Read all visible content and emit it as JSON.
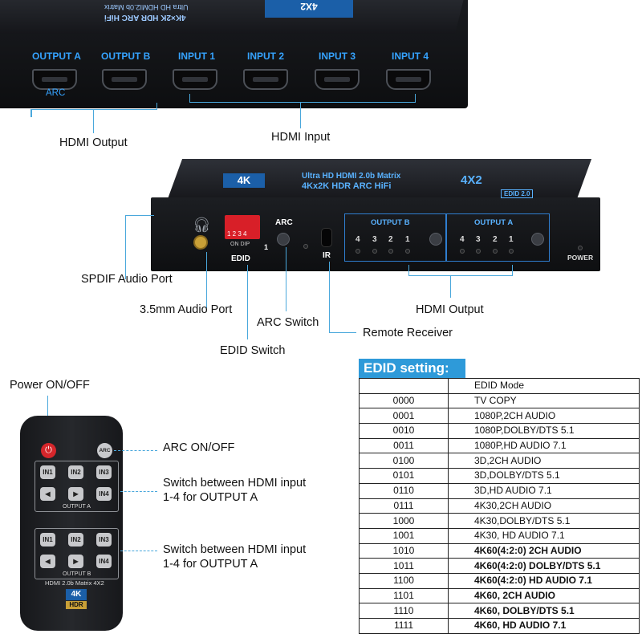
{
  "top_panel": {
    "ports": [
      {
        "label": "OUTPUT A"
      },
      {
        "label": "OUTPUT B"
      },
      {
        "label": "INPUT 1"
      },
      {
        "label": "INPUT 2"
      },
      {
        "label": "INPUT 3"
      },
      {
        "label": "INPUT 4"
      }
    ],
    "arc_label": "ARC",
    "top_text": "4K×2K HDR ARC HiFi",
    "top_sub": "Ultra HD  HDMI2.0b Matrix",
    "top_model": "4X2",
    "output_caption": "HDMI Output",
    "input_caption": "HDMI Input"
  },
  "front_panel": {
    "brand_text": "4K",
    "title_line1": "Ultra HD  HDMI 2.0b Matrix",
    "title_line2": "4Kx2K HDR ARC HiFi",
    "model": "4X2",
    "badge": "EDID 2.0",
    "edid_label": "EDID",
    "dip_numbers": "1 2 3 4",
    "dip_text": "ON  DIP",
    "dip_one": "1",
    "arc_label": "ARC",
    "ir_label": "IR",
    "output_b_label": "OUTPUT B",
    "output_a_label": "OUTPUT A",
    "leds_b": [
      "4",
      "3",
      "2",
      "1"
    ],
    "leds_a": [
      "4",
      "3",
      "2",
      "1"
    ],
    "power_label": "POWER"
  },
  "callouts": {
    "spdif": "SPDIF Audio Port",
    "audio35": "3.5mm Audio Port",
    "arc_switch": "ARC Switch",
    "remote_receiver": "Remote Receiver",
    "edid_switch": "EDID Switch",
    "hdmi_output": "HDMI Output"
  },
  "remote": {
    "power_caption": "Power ON/OFF",
    "arc_caption": "ARC ON/OFF",
    "switch_a_caption_1": "Switch between HDMI input",
    "switch_a_caption_2": "1-4 for OUTPUT A",
    "switch_b_caption_1": "Switch between HDMI input",
    "switch_b_caption_2": "1-4 for OUTPUT A",
    "arc_button": "ARC",
    "group_a_label": "OUTPUT A",
    "group_b_label": "OUTPUT B",
    "buttons": [
      "IN1",
      "IN2",
      "IN3",
      "IN4"
    ],
    "model_text": "HDMI 2.0b Matrix 4X2",
    "logo_text": "4K",
    "hdr_text": "HDR"
  },
  "edid_table": {
    "title": "EDID setting:",
    "header": "EDID Mode",
    "rows": [
      {
        "code": "0000",
        "mode": "TV COPY"
      },
      {
        "code": "0001",
        "mode": "1080P,2CH AUDIO"
      },
      {
        "code": "0010",
        "mode": "1080P,DOLBY/DTS 5.1"
      },
      {
        "code": "0011",
        "mode": "1080P,HD AUDIO 7.1"
      },
      {
        "code": "0100",
        "mode": "3D,2CH AUDIO"
      },
      {
        "code": "0101",
        "mode": "3D,DOLBY/DTS 5.1"
      },
      {
        "code": "0110",
        "mode": "3D,HD AUDIO 7.1"
      },
      {
        "code": "0111",
        "mode": "4K30,2CH AUDIO"
      },
      {
        "code": "1000",
        "mode": "4K30,DOLBY/DTS 5.1"
      },
      {
        "code": "1001",
        "mode": "4K30, HD AUDIO 7.1"
      },
      {
        "code": "1010",
        "mode": "4K60(4:2:0)  2CH  AUDIO"
      },
      {
        "code": "1011",
        "mode": "4K60(4:2:0)  DOLBY/DTS 5.1"
      },
      {
        "code": "1100",
        "mode": "4K60(4:2:0)  HD AUDIO 7.1"
      },
      {
        "code": "1101",
        "mode": "4K60, 2CH  AUDIO"
      },
      {
        "code": "1110",
        "mode": "4K60, DOLBY/DTS 5.1"
      },
      {
        "code": "1111",
        "mode": "4K60, HD AUDIO 7.1"
      }
    ]
  },
  "colors": {
    "accent": "#2e9ad9",
    "port_label": "#35a3ff",
    "device": "#15161a",
    "power_button": "#d6262b"
  }
}
